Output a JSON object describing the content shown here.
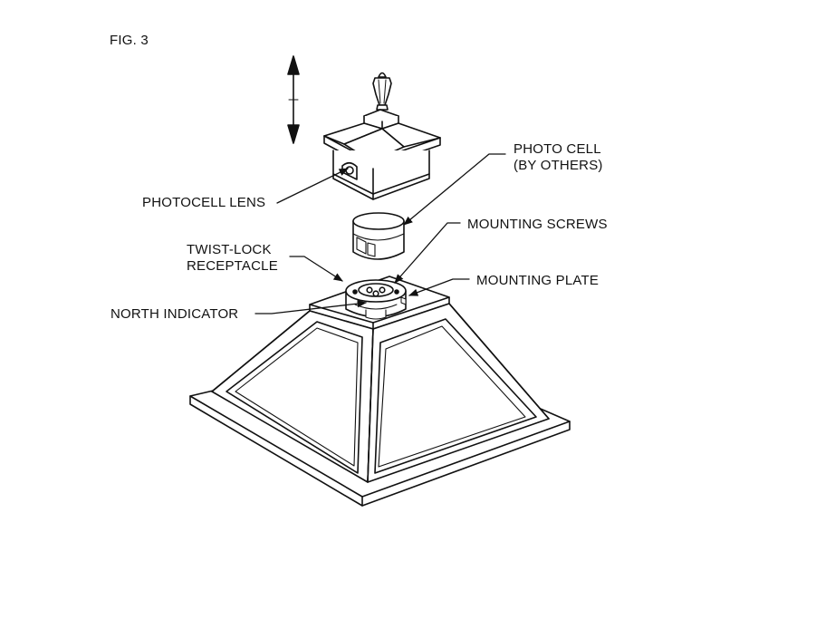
{
  "figure": {
    "title": "FIG. 3",
    "labels": {
      "photocell_lens": "PHOTOCELL LENS",
      "photo_cell": [
        "PHOTO CELL",
        "(BY OTHERS)"
      ],
      "mounting_screws": "MOUNTING SCREWS",
      "twist_lock": [
        "TWIST-LOCK",
        "RECEPTACLE"
      ],
      "mounting_plate": "MOUNTING PLATE",
      "north_indicator": "NORTH INDICATOR"
    }
  },
  "colors": {
    "line": "#111111",
    "background": "#ffffff"
  }
}
